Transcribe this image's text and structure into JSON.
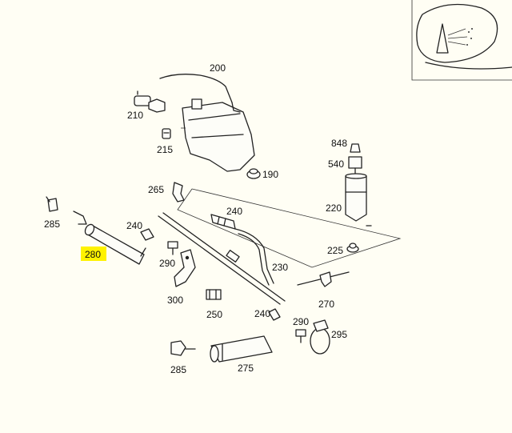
{
  "diagram": {
    "background": "#fffef4",
    "highlight_color": "#fff200",
    "highlighted_part": "280",
    "labels": {
      "l200": "200",
      "l210": "210",
      "l215": "215",
      "l190": "190",
      "l848": "848",
      "l540": "540",
      "l220": "220",
      "l225": "225",
      "l265": "265",
      "l240a": "240",
      "l240b": "240",
      "l240c": "240",
      "l285a": "285",
      "l285b": "285",
      "l280": "280",
      "l290a": "290",
      "l290b": "290",
      "l230": "230",
      "l270": "270",
      "l300": "300",
      "l250": "250",
      "l275": "275",
      "l295": "295"
    }
  }
}
